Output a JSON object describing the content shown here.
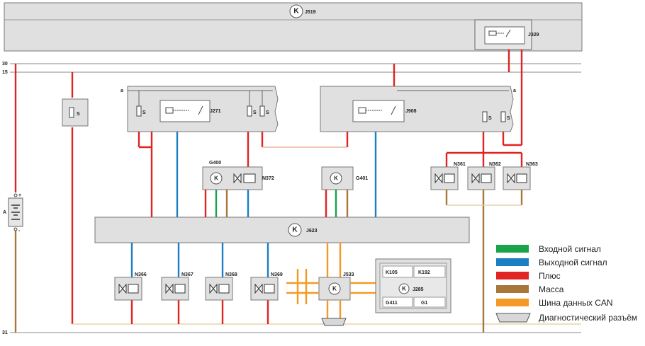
{
  "colors": {
    "input_signal": "#1aa34a",
    "output_signal": "#1c7fc4",
    "plus": "#e02424",
    "ground": "#a8783a",
    "can": "#f39a25",
    "box_fill": "#e0e0e0",
    "line": "#666666"
  },
  "buses": {
    "b30": "30",
    "b15": "15",
    "b31": "31"
  },
  "units": {
    "J519": "J519",
    "J329": "J329",
    "J271": "J271",
    "J908": "J908",
    "J623": "J623",
    "G400": "G400",
    "G401": "G401",
    "N372": "N372",
    "N361": "N361",
    "N362": "N362",
    "N363": "N363",
    "N366": "N366",
    "N367": "N367",
    "N368": "N368",
    "N369": "N369",
    "J533": "J533",
    "J285": "J285",
    "K105": "K105",
    "K192": "K192",
    "G411": "G411",
    "G1": "G1"
  },
  "misc": {
    "battery": "A",
    "fuse": "S",
    "terminal_a": "a",
    "plus_sign": "+",
    "minus_sign": "-",
    "k_symbol": "K"
  },
  "legend": [
    {
      "label": "Входной сигнал",
      "color_key": "input_signal"
    },
    {
      "label": "Выходной сигнал",
      "color_key": "output_signal"
    },
    {
      "label": "Плюс",
      "color_key": "plus"
    },
    {
      "label": "Масса",
      "color_key": "ground"
    },
    {
      "label": "Шина данных CAN",
      "color_key": "can"
    }
  ],
  "legend_connector_label": "Диагностический разъём"
}
